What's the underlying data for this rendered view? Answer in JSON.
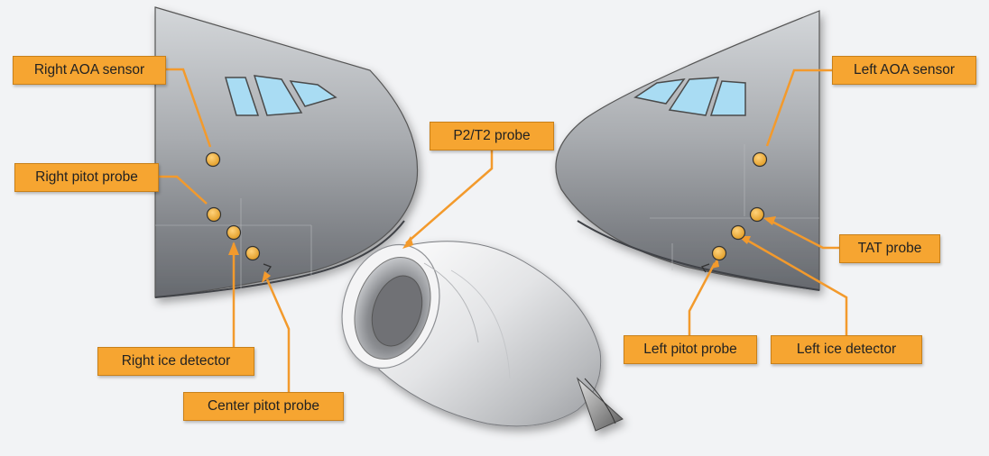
{
  "colors": {
    "label_fill": "#f6a531",
    "leader_line": "#f39a2c",
    "sensor_dot": "#f4b13a",
    "window_glass": "#a9dcf3",
    "background": "#f2f3f5"
  },
  "labels": {
    "right_aoa_sensor": "Right AOA sensor",
    "right_pitot_probe": "Right pitot probe",
    "right_ice_detector": "Right ice detector",
    "center_pitot_probe": "Center pitot probe",
    "p2t2_probe": "P2/T2 probe",
    "left_aoa_sensor": "Left AOA sensor",
    "tat_probe": "TAT probe",
    "left_pitot_probe": "Left pitot probe",
    "left_ice_detector": "Left ice detector"
  },
  "icons": {
    "right_nose": "aircraft-nose-right-side-icon",
    "left_nose": "aircraft-nose-left-side-icon",
    "engine": "jet-engine-nacelle-icon",
    "sensor": "sensor-dot-icon"
  }
}
